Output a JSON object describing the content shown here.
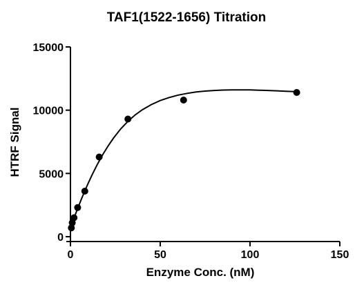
{
  "chart_data": {
    "type": "scatter",
    "title": "TAF1(1522-1656) Titration",
    "xlabel": "Enzyme Conc. (nM)",
    "ylabel": "HTRF Signal",
    "xlim": [
      0,
      150
    ],
    "ylim": [
      0,
      15000
    ],
    "x_ticks": [
      0,
      50,
      100,
      150
    ],
    "x_tick_labels": [
      "0",
      "50",
      "100",
      "150"
    ],
    "y_ticks": [
      0,
      5000,
      10000,
      15000
    ],
    "y_tick_labels": [
      "0",
      "5000",
      "10000",
      "15000"
    ],
    "grid": false,
    "series": [
      {
        "x": [
          0.5,
          1,
          2,
          4,
          8,
          16,
          32,
          63,
          126
        ],
        "y": [
          700,
          1100,
          1500,
          2300,
          3600,
          6300,
          9300,
          10800,
          11400
        ]
      }
    ],
    "fit_curve": {
      "x": [
        0,
        2,
        4,
        6,
        8,
        10,
        12,
        15,
        18,
        21,
        24,
        28,
        32,
        36,
        40,
        45,
        50,
        55,
        60,
        65,
        70,
        75,
        80,
        85,
        90,
        95,
        100,
        105,
        110,
        115,
        120,
        126
      ],
      "y": [
        700,
        1480,
        2230,
        2940,
        3620,
        4260,
        4870,
        5720,
        6490,
        7180,
        7800,
        8520,
        9120,
        9620,
        10030,
        10440,
        10760,
        11000,
        11190,
        11330,
        11440,
        11510,
        11560,
        11590,
        11610,
        11610,
        11600,
        11580,
        11560,
        11530,
        11500,
        11460
      ]
    }
  }
}
